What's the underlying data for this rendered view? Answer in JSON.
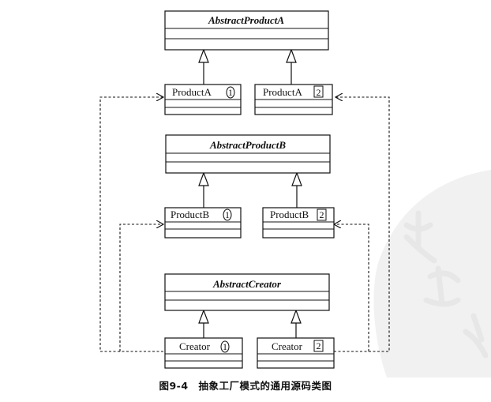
{
  "diagram": {
    "classes": {
      "abstract_product_a": "AbstractProductA",
      "product_a1": {
        "name": "ProductA",
        "marker": "1"
      },
      "product_a2": {
        "name": "ProductA",
        "marker": "2"
      },
      "abstract_product_b": "AbstractProductB",
      "product_b1": {
        "name": "ProductB",
        "marker": "1"
      },
      "product_b2": {
        "name": "ProductB",
        "marker": "2"
      },
      "abstract_creator": "AbstractCreator",
      "creator1": {
        "name": "Creator",
        "marker": "1"
      },
      "creator2": {
        "name": "Creator",
        "marker": "2"
      }
    },
    "relations": [
      {
        "type": "inheritance",
        "from": "product_a1",
        "to": "abstract_product_a"
      },
      {
        "type": "inheritance",
        "from": "product_a2",
        "to": "abstract_product_a"
      },
      {
        "type": "inheritance",
        "from": "product_b1",
        "to": "abstract_product_b"
      },
      {
        "type": "inheritance",
        "from": "product_b2",
        "to": "abstract_product_b"
      },
      {
        "type": "inheritance",
        "from": "creator1",
        "to": "abstract_creator"
      },
      {
        "type": "inheritance",
        "from": "creator2",
        "to": "abstract_creator"
      },
      {
        "type": "dependency",
        "from": "creator1",
        "to": "product_a1"
      },
      {
        "type": "dependency",
        "from": "creator1",
        "to": "product_b1"
      },
      {
        "type": "dependency",
        "from": "creator2",
        "to": "product_a2"
      },
      {
        "type": "dependency",
        "from": "creator2",
        "to": "product_b2"
      }
    ]
  },
  "caption": "图9-4　抽象工厂模式的通用源码类图",
  "watermark": "薪 年 汇"
}
